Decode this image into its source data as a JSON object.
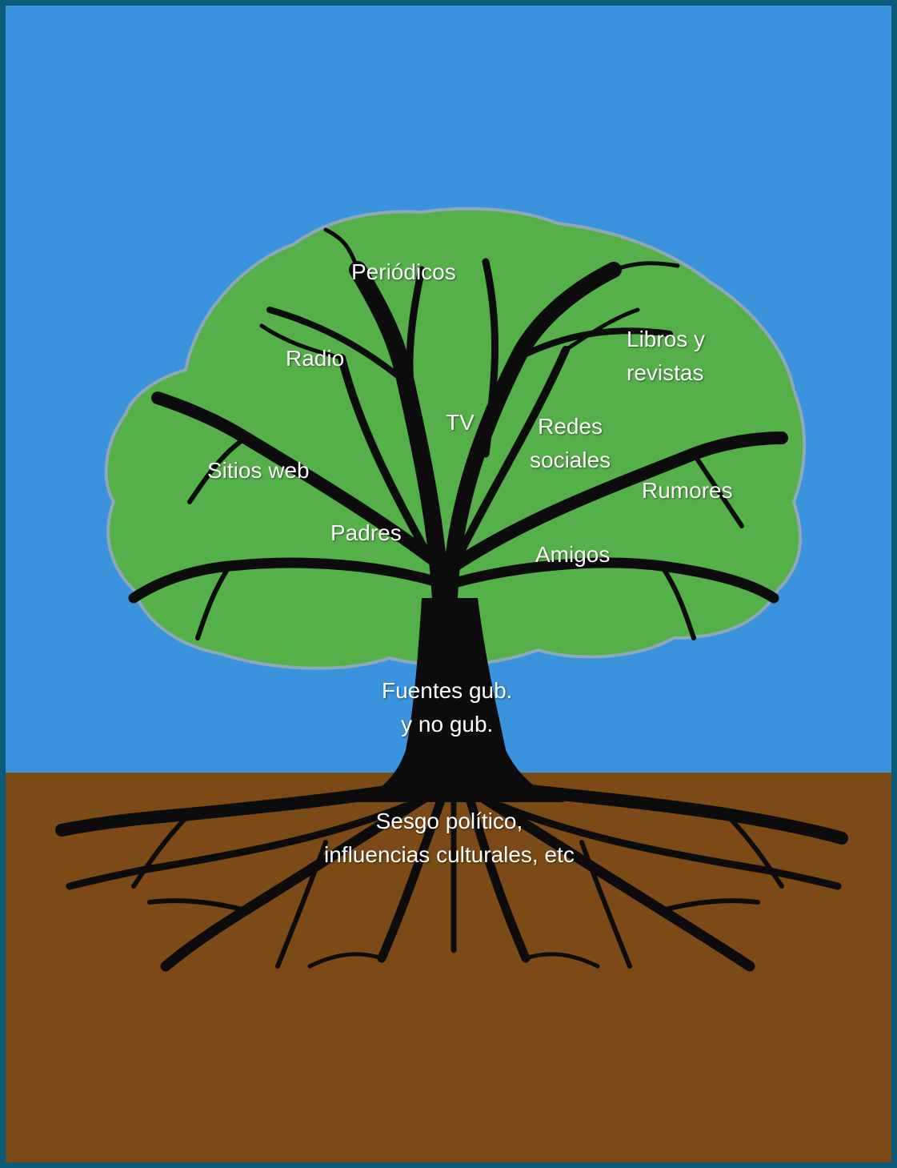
{
  "colors": {
    "frame": "#0a5a78",
    "sky": "#3a93dd",
    "canopy": "#55b04a",
    "canopy_edge": "#8fa7b8",
    "trunk": "#0c0c0c",
    "soil": "#7b4a17",
    "label_text": "#ffffff"
  },
  "labels": {
    "periodicos": "Periódicos",
    "libros_line1": "Libros y",
    "libros_line2": "revistas",
    "radio": "Radio",
    "tv": "TV",
    "redes_line1": "Redes",
    "redes_line2": "sociales",
    "sitios_web": "Sitios web",
    "rumores": "Rumores",
    "padres": "Padres",
    "amigos": "Amigos",
    "fuentes_line1": "Fuentes gub.",
    "fuentes_line2": "y no gub.",
    "sesgo_line1": "Sesgo político,",
    "sesgo_line2": "influencias culturales, etc"
  }
}
